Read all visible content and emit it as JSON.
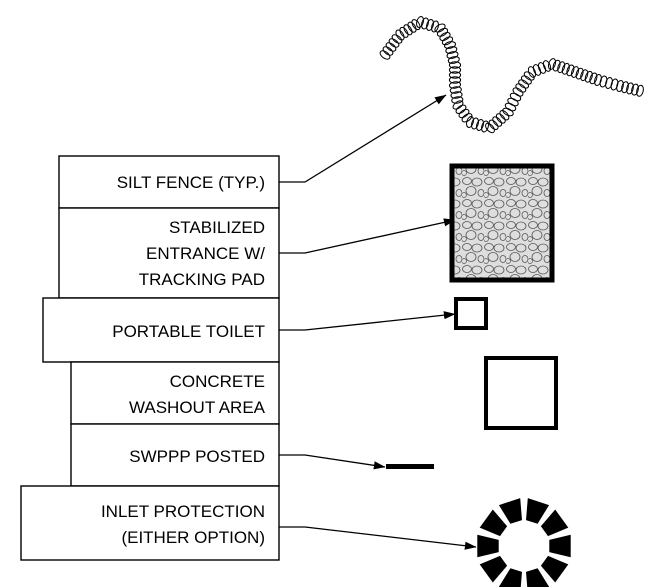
{
  "legend": {
    "silt_fence": {
      "lines": [
        "SILT FENCE (TYP.)"
      ]
    },
    "stabilized_entrance": {
      "lines": [
        "STABILIZED",
        "ENTRANCE W/",
        "TRACKING PAD"
      ]
    },
    "portable_toilet": {
      "lines": [
        "PORTABLE TOILET"
      ]
    },
    "concrete_washout": {
      "lines": [
        "CONCRETE",
        "WASHOUT AREA"
      ]
    },
    "swppp_posted": {
      "lines": [
        "SWPPP POSTED"
      ]
    },
    "inlet_protection": {
      "lines": [
        "INLET PROTECTION",
        "(EITHER OPTION)"
      ]
    }
  },
  "colors": {
    "ink": "#000000",
    "paper": "#ffffff",
    "gravel_fill": "#c9c9c9"
  },
  "symbols": [
    "silt-fence-coil",
    "gravel-pad",
    "small-square",
    "washout-square",
    "short-bar",
    "dashed-ring"
  ]
}
